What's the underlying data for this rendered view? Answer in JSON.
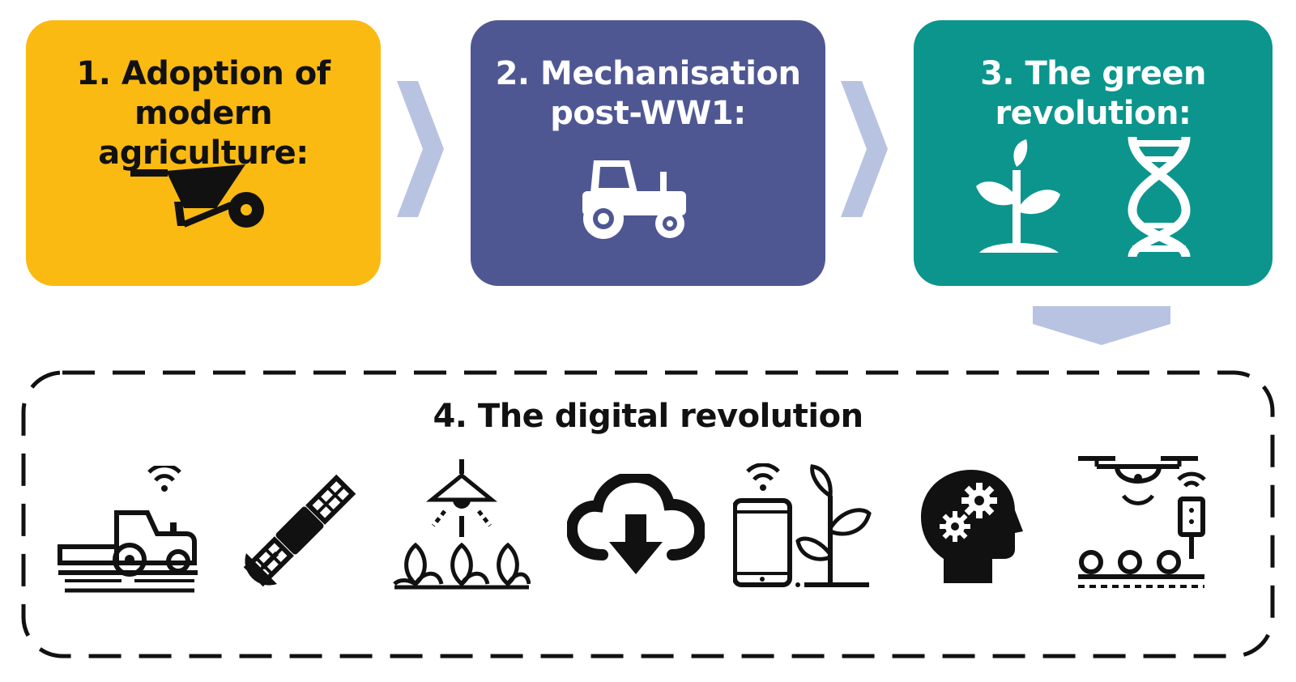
{
  "stages": [
    {
      "title_line1": "1. Adoption of",
      "title_line2": "modern agriculture:",
      "icons": [
        "wheelbarrow-icon"
      ]
    },
    {
      "title_line1": "2. Mechanisation",
      "title_line2": "post-WW1:",
      "icons": [
        "tractor-icon"
      ]
    },
    {
      "title_line1": "3. The green",
      "title_line2": "revolution:",
      "icons": [
        "plant-sprout-icon",
        "dna-icon"
      ]
    }
  ],
  "digital": {
    "title": "4. The digital revolution",
    "icons": [
      "smart-harvester-icon",
      "satellite-icon",
      "grow-lamp-icon",
      "cloud-download-icon",
      "smartphone-plant-icon",
      "ai-head-icon",
      "drone-conveyor-icon"
    ]
  },
  "colors": {
    "stage1": "#FBBA12",
    "stage2": "#4F5793",
    "stage3": "#0B958D",
    "arrow": "#B8C3E1",
    "icon_dark": "#111111"
  }
}
